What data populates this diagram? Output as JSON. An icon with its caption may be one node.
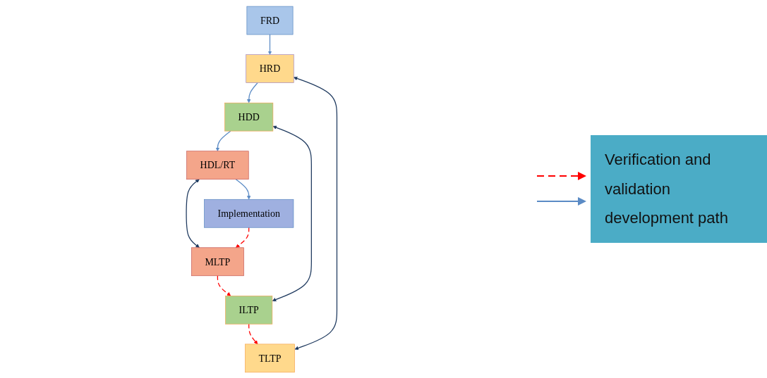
{
  "diagram": {
    "nodes": [
      {
        "text": [
          "FRD"
        ]
      },
      {
        "text": [
          "HRD"
        ]
      },
      {
        "text": [
          "HDD"
        ]
      },
      {
        "text": [
          "HDL/RT"
        ]
      },
      {
        "text": [
          "Implementation"
        ]
      },
      {
        "text": [
          "MLTP"
        ]
      },
      {
        "text": [
          "ILTP"
        ]
      },
      {
        "text": [
          "TLTP"
        ]
      }
    ],
    "edges": [
      {
        "from": 0,
        "to": 1,
        "arrow": "to"
      },
      {
        "from": 7,
        "to": 1,
        "arrow": "both",
        "color": "#1f3a5f"
      },
      {
        "from": 1,
        "to": 2,
        "arrow": "to"
      },
      {
        "from": 6,
        "to": 2,
        "arrow": "both",
        "color": "#1f3a5f"
      },
      {
        "from": 2,
        "to": 3,
        "arrow": "to"
      },
      {
        "from": 3,
        "to": 5,
        "arrow": "both",
        "color": "#1f3a5f"
      },
      {
        "from": 3,
        "to": 4,
        "arrow": "to"
      },
      {
        "from": 4,
        "to": 5,
        "arrow": "to",
        "style": "dashed",
        "color": "#ff0000"
      },
      {
        "from": 5,
        "to": 6,
        "arrow": "to",
        "style": "dashed",
        "color": "#ff0000"
      },
      {
        "from": 6,
        "to": 7,
        "arrow": "to",
        "style": "dashed",
        "color": "#ff0000"
      }
    ],
    "legend": [
      {
        "text": "Verification and validation"
      },
      {
        "text": "development path"
      }
    ]
  }
}
